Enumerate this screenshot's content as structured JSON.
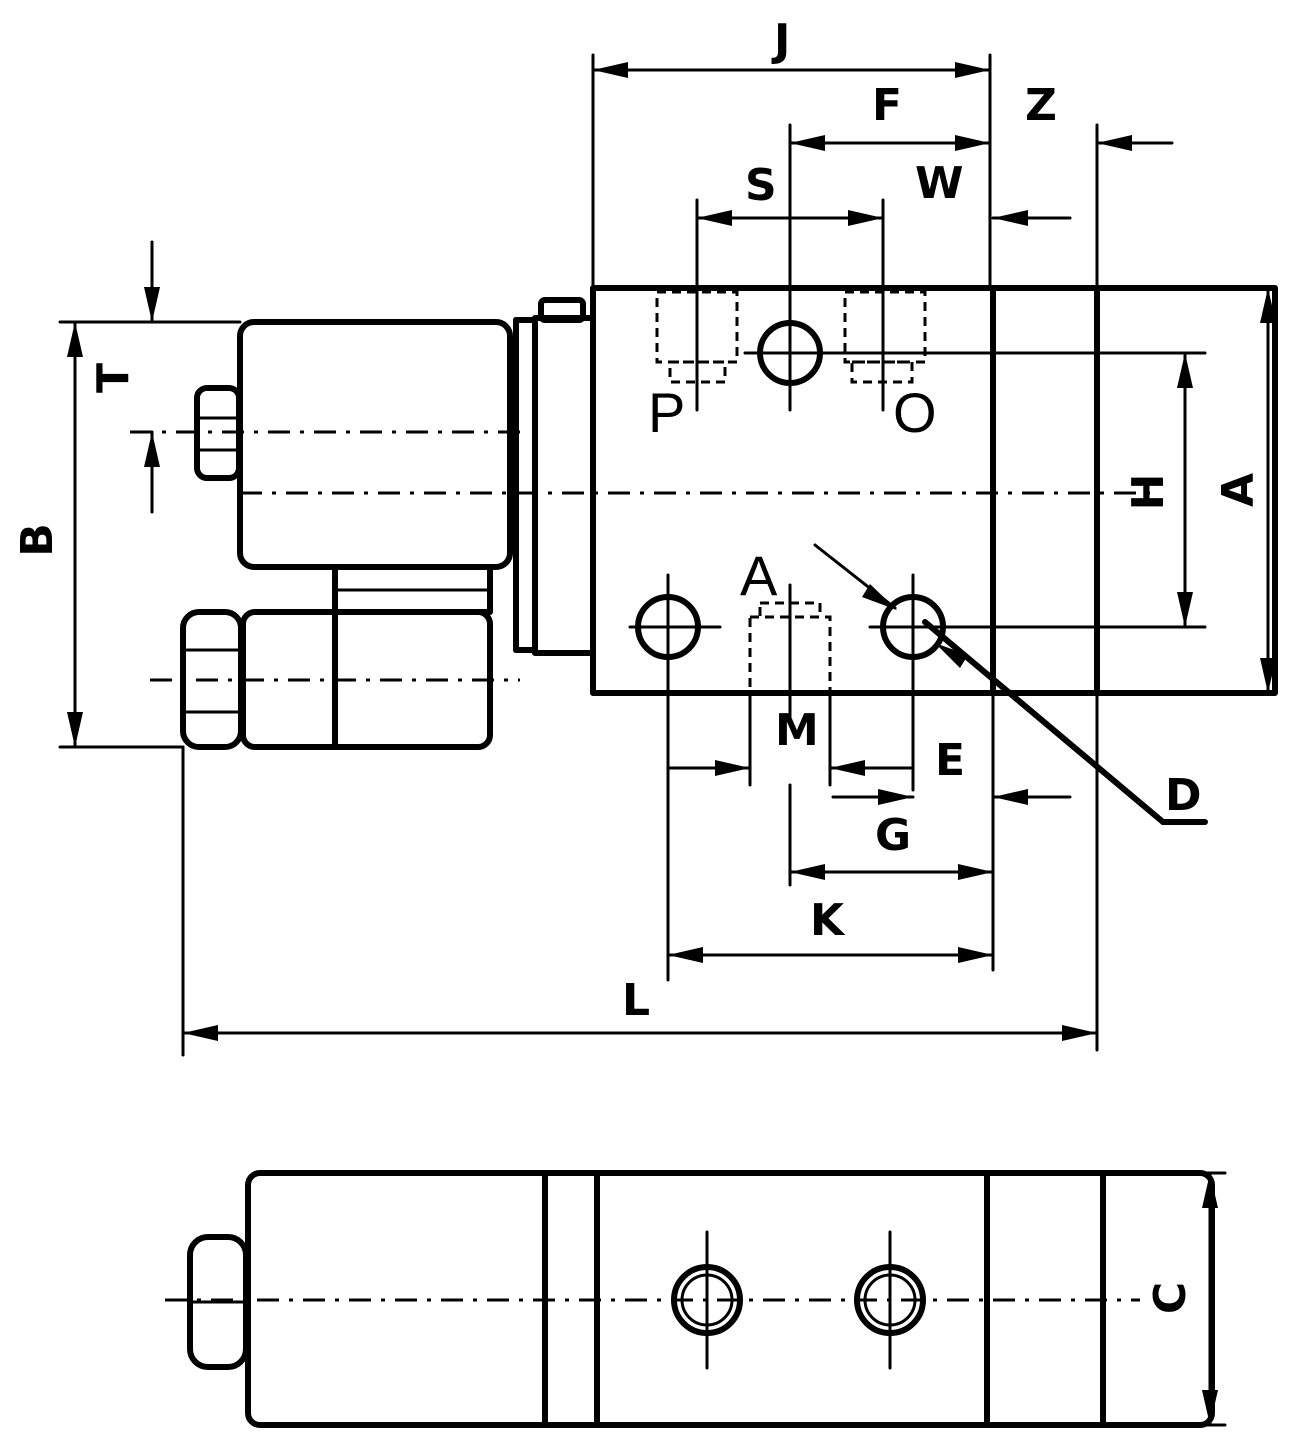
{
  "dimensions": {
    "J": "J",
    "F": "F",
    "Z": "Z",
    "S": "S",
    "W": "W",
    "T": "T",
    "B": "B",
    "H": "H",
    "A": "A",
    "M": "M",
    "E": "E",
    "D": "D",
    "G": "G",
    "K": "K",
    "L": "L",
    "C": "C"
  },
  "ports": {
    "P": "P",
    "O": "O",
    "A": "A"
  }
}
